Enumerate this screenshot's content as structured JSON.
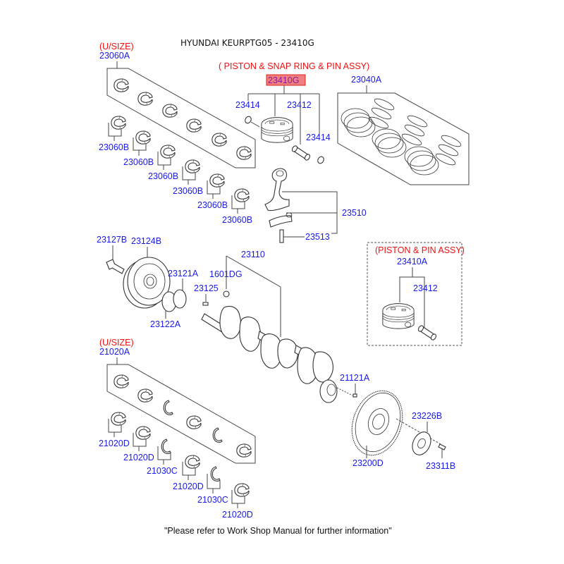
{
  "header": {
    "title": "HYUNDAI KEURPTG05 - 23410G"
  },
  "footer": {
    "note": "\"Please refer to Work Shop Manual for further information\""
  },
  "groups": {
    "upper_bearings": {
      "note": "(U/SIZE)",
      "set_code": "23060A",
      "items": [
        "23060B",
        "23060B",
        "23060B",
        "23060B",
        "23060B",
        "23060B"
      ]
    },
    "piston_assy": {
      "note": "( PISTON & SNAP RING & PIN ASSY)",
      "code": "23410G",
      "snap_ring_left": "23414",
      "pin": "23412",
      "snap_ring_right": "23414"
    },
    "rings": {
      "code": "23040A"
    },
    "conrod": {
      "code": "23510",
      "bolt": "23513"
    },
    "pulley": {
      "bolt": "23127B",
      "damper": "23124B",
      "washer": "23121A",
      "sprocket": "23122A",
      "key": "23125"
    },
    "crankshaft": {
      "code": "23110",
      "plug": "1601DG"
    },
    "alt_piston": {
      "note": "(PISTON & PIN ASSY)",
      "code": "23410A",
      "pin": "23412"
    },
    "main_bearings": {
      "note": "(U/SIZE)",
      "set_code": "21020A",
      "items": [
        "21020D",
        "21020D",
        "21030C",
        "21020D",
        "21030C",
        "21020D"
      ]
    },
    "flywheel": {
      "pin": "21121A",
      "plate": "23200D",
      "adapter": "23226B",
      "bolt": "23311B"
    }
  },
  "colors": {
    "label": "#1a1ae6",
    "note": "#ee1111",
    "highlight": "#f08080"
  }
}
